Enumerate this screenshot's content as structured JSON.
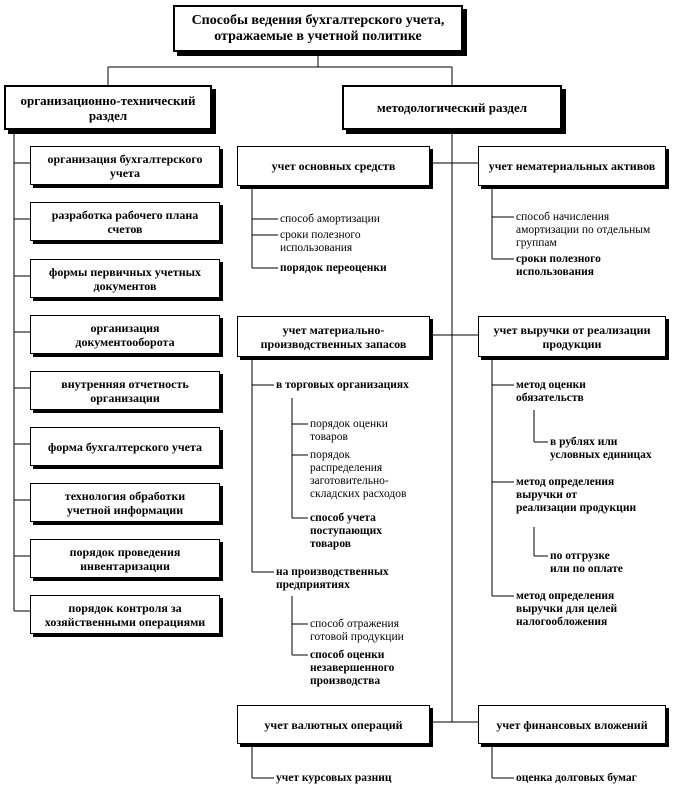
{
  "title": "Способы ведения бухгалтерского учета,\nотражаемые в учетной политике",
  "org_section": {
    "label": "организационно-технический\nраздел",
    "items": [
      "организация бухгалтерского\nучета",
      "разработка рабочего плана\nсчетов",
      "формы первичных учетных\nдокументов",
      "организация\nдокументооборота",
      "внутренняя отчетность\nорганизации",
      "форма бухгалтерского учета",
      "технология обработки\nучетной информации",
      "порядок проведения\nинвентаризации",
      "порядок контроля за\nхозяйственными операциями"
    ]
  },
  "method_section": {
    "label": "методологический раздел",
    "fixed_assets": {
      "label": "учет основных средств",
      "items": [
        "способ амортизации",
        "сроки полезного\nиспользования",
        "порядок переоценки"
      ]
    },
    "intangibles": {
      "label": "учет нематериальных активов",
      "items": [
        "способ начисления\nамортизации по отдельным\nгруппам",
        "сроки полезного\nиспользования"
      ]
    },
    "inventory": {
      "label": "учет материально-\nпроизводственных запасов",
      "trade": {
        "label": "в торговых организациях",
        "items": [
          "порядок оценки\nтоваров",
          "порядок\nраспределения\nзаготовительно-\nскладских расходов",
          "способ учета\nпоступающих\nтоваров"
        ]
      },
      "production": {
        "label": "на производственных\nпредприятиях",
        "items": [
          "способ отражения\nготовой продукции",
          "способ оценки\nнезавершенного\nпроизводства"
        ]
      }
    },
    "revenue": {
      "label": "учет выручки от реализации\nпродукции",
      "obligations": {
        "label": "метод оценки\nобязательств",
        "items": [
          "в рублях или\nусловных единицах"
        ]
      },
      "method": {
        "label": "метод определения\nвыручки от\nреализации продукции",
        "items": [
          "по отгрузке\nили по оплате"
        ]
      },
      "tax": {
        "label": "метод определения\nвыручки для целей\nналогообложения"
      }
    },
    "currency": {
      "label": "учет валютных операций",
      "items": [
        "учет курсовых разниц"
      ]
    },
    "financial": {
      "label": "учет финансовых вложений",
      "items": [
        "оценка долговых бумаг"
      ]
    }
  }
}
